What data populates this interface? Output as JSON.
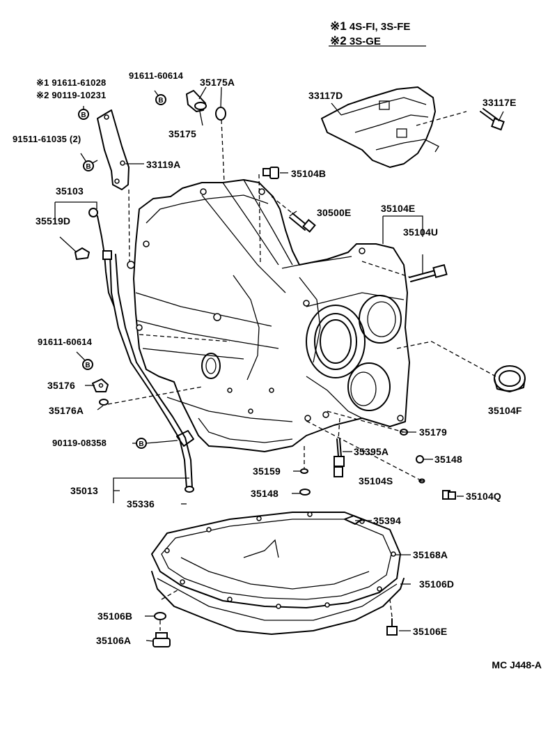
{
  "legend": {
    "line1_symbol": "※1",
    "line1_text": "4S-FI, 3S-FE",
    "line2_symbol": "※2",
    "line2_text": "3S-GE"
  },
  "figure_code": "MC J448-A",
  "bolt_marker": "B",
  "labels": {
    "l_91611_61028": "※1 91611-61028",
    "l_90119_10231": "※2 90119-10231",
    "l_91611_60614_top": "91611-60614",
    "l_35175A": "35175A",
    "l_35175": "35175",
    "l_33117D": "33117D",
    "l_33117E": "33117E",
    "l_91511_61035": "91511-61035 (2)",
    "l_33119A": "33119A",
    "l_35104B": "35104B",
    "l_35103": "35103",
    "l_30500E": "30500E",
    "l_35104E": "35104E",
    "l_35519D": "35519D",
    "l_35104U": "35104U",
    "l_91611_60614_mid": "91611-60614",
    "l_35176": "35176",
    "l_35176A": "35176A",
    "l_35104F": "35104F",
    "l_35179": "35179",
    "l_90119_08358": "90119-08358",
    "l_35395A": "35395A",
    "l_35148_r": "35148",
    "l_35159": "35159",
    "l_35013": "35013",
    "l_35104S": "35104S",
    "l_35148_l": "35148",
    "l_35104Q": "35104Q",
    "l_35336": "35336",
    "l_35394": "35394",
    "l_35168A": "35168A",
    "l_35106D": "35106D",
    "l_35106B": "35106B",
    "l_35106E": "35106E",
    "l_35106A": "35106A"
  }
}
